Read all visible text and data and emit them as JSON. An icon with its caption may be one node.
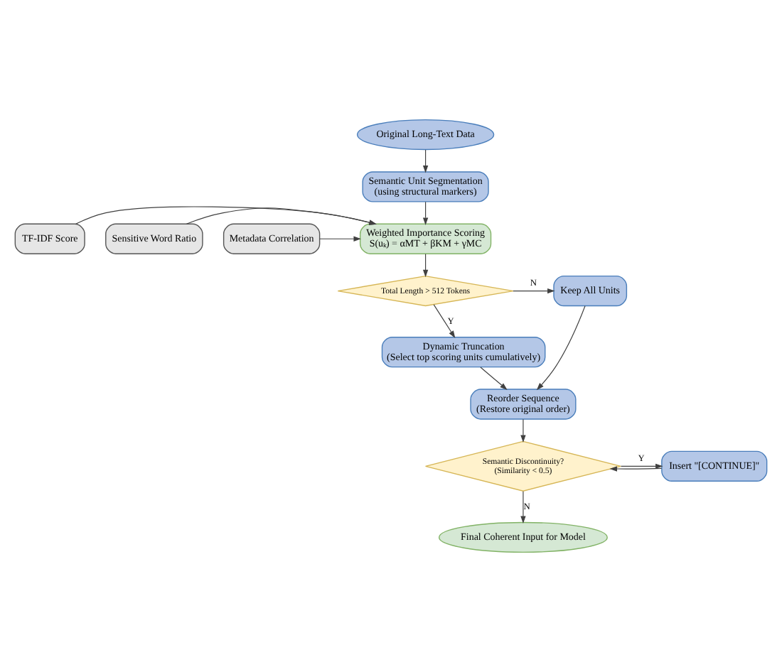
{
  "diagram": {
    "nodes": [
      {
        "text": [
          "Original Long-Text Data"
        ]
      },
      {
        "text": [
          "Semantic Unit Segmentation",
          "(using structural markers)"
        ]
      },
      {
        "text": [
          "TF-IDF Score"
        ]
      },
      {
        "text": [
          "Sensitive Word Ratio"
        ]
      },
      {
        "text": [
          "Metadata Correlation"
        ]
      },
      {
        "text": [
          "Weighted Importance Scoring",
          "S(uₖ) = αMT + βKM + γMC"
        ]
      },
      {
        "text": [
          "Total Length > 512 Tokens"
        ]
      },
      {
        "text": [
          "Keep All Units"
        ]
      },
      {
        "text": [
          "Dynamic Truncation",
          "(Select top scoring units cumulatively)"
        ]
      },
      {
        "text": [
          "Reorder Sequence",
          "(Restore original order)"
        ]
      },
      {
        "text": [
          "Semantic Discontinuity?",
          "(Similarity < 0.5)"
        ]
      },
      {
        "text": [
          "Insert \"[CONTINUE]\""
        ]
      },
      {
        "text": [
          "Final Coherent Input for Model"
        ]
      }
    ],
    "edges": [
      {
        "from": 0,
        "to": 1,
        "arrow": "to"
      },
      {
        "from": 1,
        "to": 5,
        "arrow": "to"
      },
      {
        "from": 2,
        "to": 5,
        "arrow": "to"
      },
      {
        "from": 3,
        "to": 5,
        "arrow": "to"
      },
      {
        "from": 4,
        "to": 5,
        "arrow": "to"
      },
      {
        "from": 5,
        "to": 6,
        "arrow": "to"
      },
      {
        "from": 6,
        "to": 7,
        "arrow": "to",
        "label": "N"
      },
      {
        "from": 6,
        "to": 8,
        "arrow": "to",
        "label": "Y"
      },
      {
        "from": 7,
        "to": 9,
        "arrow": "to"
      },
      {
        "from": 8,
        "to": 9,
        "arrow": "to"
      },
      {
        "from": 9,
        "to": 10,
        "arrow": "to"
      },
      {
        "from": 10,
        "to": 11,
        "arrow": "to",
        "label": "Y"
      },
      {
        "from": 11,
        "to": 10,
        "arrow": "to"
      },
      {
        "from": 10,
        "to": 12,
        "arrow": "to",
        "label": "N"
      }
    ]
  }
}
